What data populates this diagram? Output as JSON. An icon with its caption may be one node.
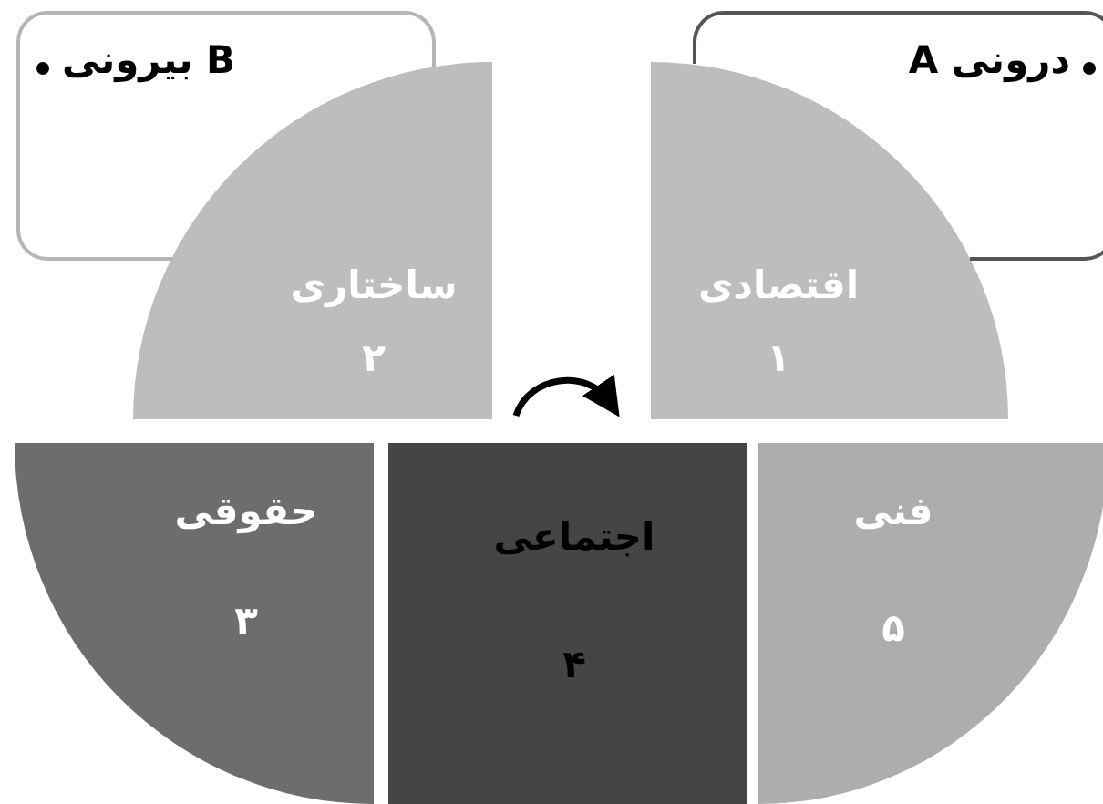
{
  "diagram": {
    "nodes": [
      {
        "text": [
          "بیرونی B"
        ]
      },
      {
        "text": [
          "درونی A"
        ]
      },
      {
        "text": [
          "ساختاری",
          "۲"
        ]
      },
      {
        "text": [
          "اقتصادی",
          "۱"
        ]
      },
      {
        "text": [
          "حقوقی",
          "۳"
        ]
      },
      {
        "text": [
          "اجتماعی",
          "۴"
        ]
      },
      {
        "text": [
          "فنی",
          "۵"
        ]
      }
    ]
  }
}
